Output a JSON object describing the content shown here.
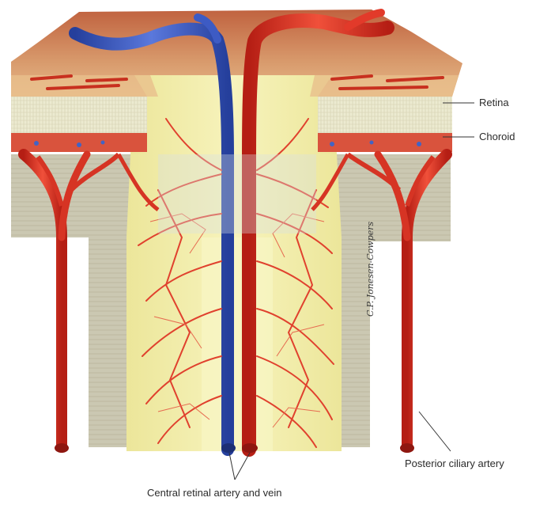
{
  "labels": {
    "retina": "Retina",
    "choroid": "Choroid",
    "posterior_ciliary_artery": "Posterior ciliary artery",
    "central_retinal": "Central retinal artery and vein"
  },
  "signature": "C.P. Jonesen-Cowpers",
  "colors": {
    "artery": "#e23a2a",
    "artery_dark": "#b51e14",
    "vein": "#3d5bc4",
    "vein_dark": "#253f9c",
    "nerve_yellow": "#f3ef9c",
    "sclera_gray": "#c9c6b0",
    "retina_band": "#e9e6c8",
    "surface_tan": "#d49a6e"
  }
}
